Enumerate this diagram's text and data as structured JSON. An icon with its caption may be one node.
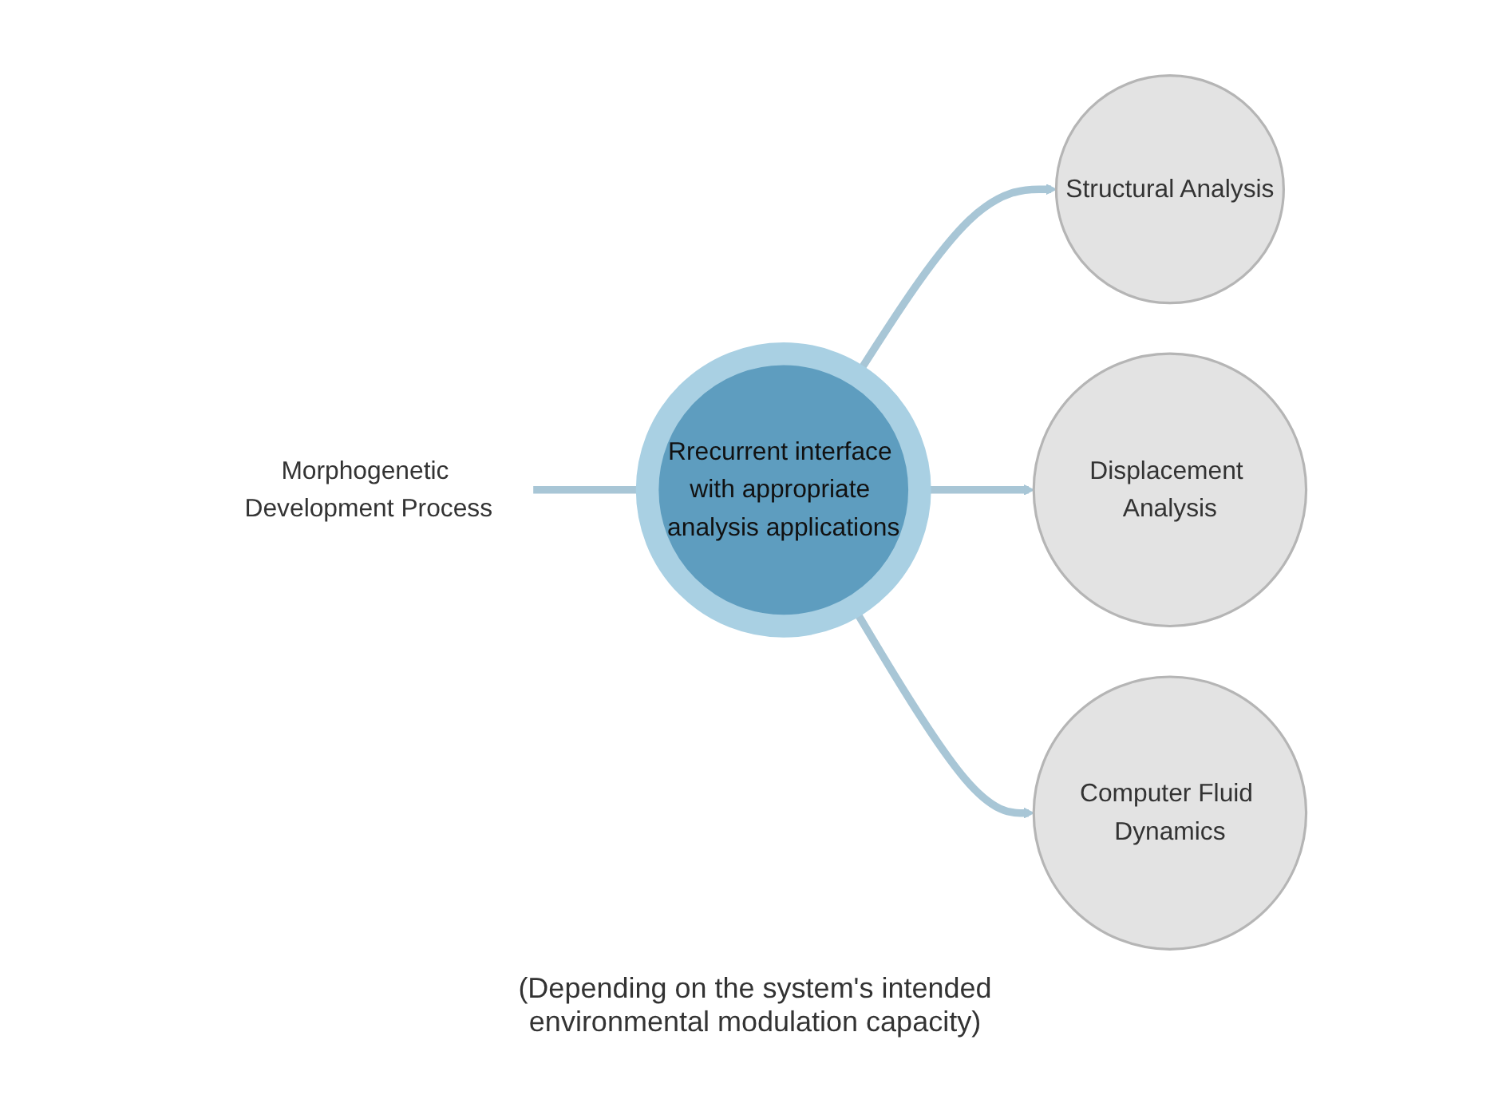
{
  "diagram": {
    "nodes": [
      {
        "text": [
          "Morphogenetic Development Process"
        ]
      },
      {
        "text": [
          "Rrecurrent interface with appropriate analysis applications"
        ]
      },
      {
        "text": [
          "Structural Analysis"
        ]
      },
      {
        "text": [
          "Displacement Analysis"
        ]
      },
      {
        "text": [
          "Computer Fluid Dynamics"
        ]
      }
    ],
    "edges": [
      {
        "from": 0,
        "to": 1,
        "arrow": "to"
      },
      {
        "from": 1,
        "to": 2,
        "arrow": "to"
      },
      {
        "from": 1,
        "to": 3,
        "arrow": "to"
      },
      {
        "from": 1,
        "to": 4,
        "arrow": "to"
      }
    ],
    "labels": [
      "(Depending on the system's intended environmental modulation capacity)"
    ]
  }
}
